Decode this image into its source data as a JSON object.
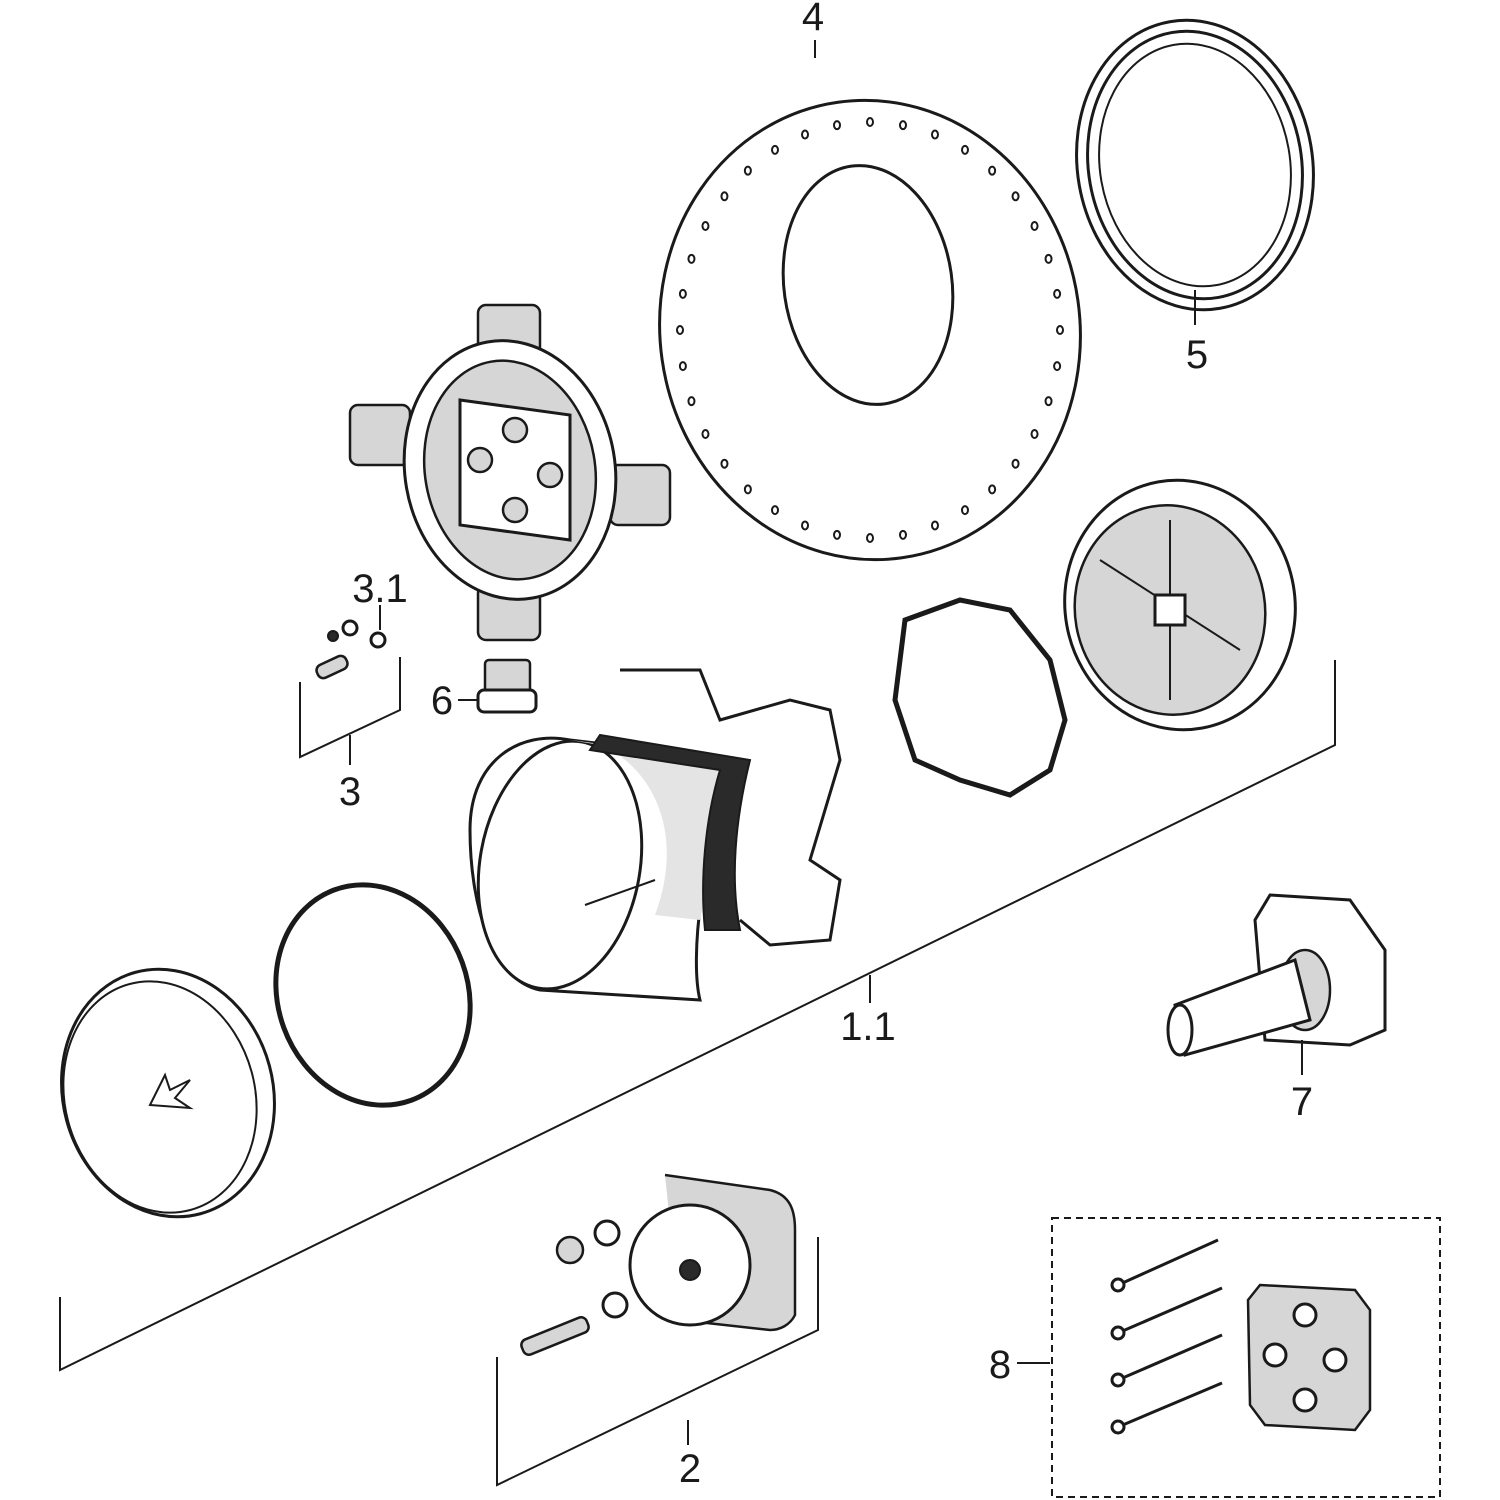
{
  "diagram": {
    "type": "exploded parts diagram",
    "labels": {
      "part_4": "4",
      "part_5": "5",
      "part_3_1": "3.1",
      "part_6": "6",
      "part_3": "3",
      "part_1_1": "1.1",
      "part_7": "7",
      "part_2": "2",
      "part_8": "8"
    }
  }
}
